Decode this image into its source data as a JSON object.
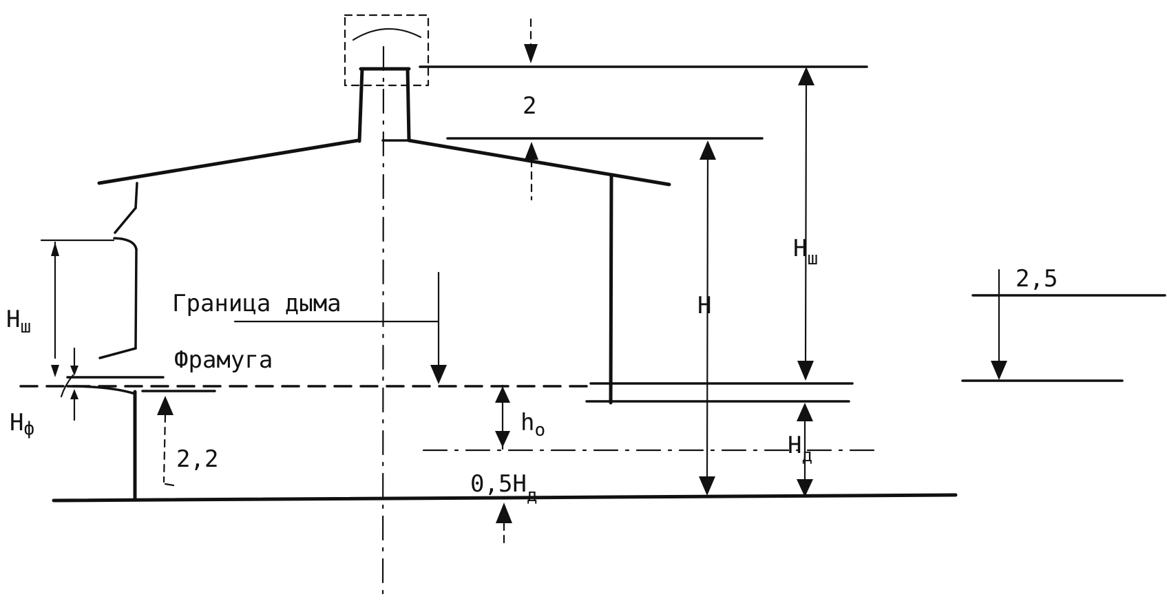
{
  "labels": {
    "top_gap": "2",
    "roof_ridge_height_letter": "H",
    "roof_ridge_height_sub": "ш",
    "chimney_height": "H",
    "right_gap": "2,5",
    "smoke_boundary": "Граница дыма",
    "transom": "Фрамуга",
    "left_height_letter": "H",
    "left_height_sub": "ш",
    "transom_height_letter": "H",
    "transom_height_sub": "ф",
    "smoke_layer_letter": "h",
    "smoke_layer_sub": "o",
    "door_height_letter": "H",
    "door_height_sub": "д",
    "door_value": "2,2",
    "half_door_prefix": "0,5H",
    "half_door_sub": "д"
  }
}
